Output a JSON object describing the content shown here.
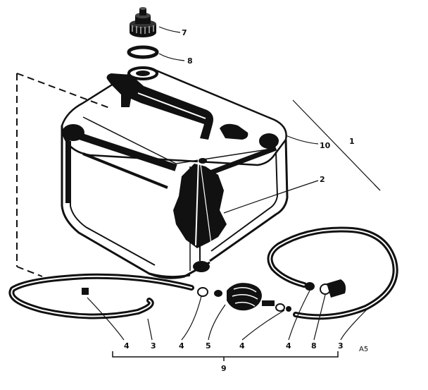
{
  "figure_code": "A5",
  "callouts": {
    "cap": "7",
    "gasket": "8",
    "tank_assembly": "1",
    "tank": "10",
    "decal": "2",
    "hose_set": "9",
    "bottom": [
      "4",
      "3",
      "4",
      "5",
      "4",
      "4",
      "8",
      "3"
    ]
  },
  "colors": {
    "ink": "#111111",
    "paper": "#ffffff"
  }
}
